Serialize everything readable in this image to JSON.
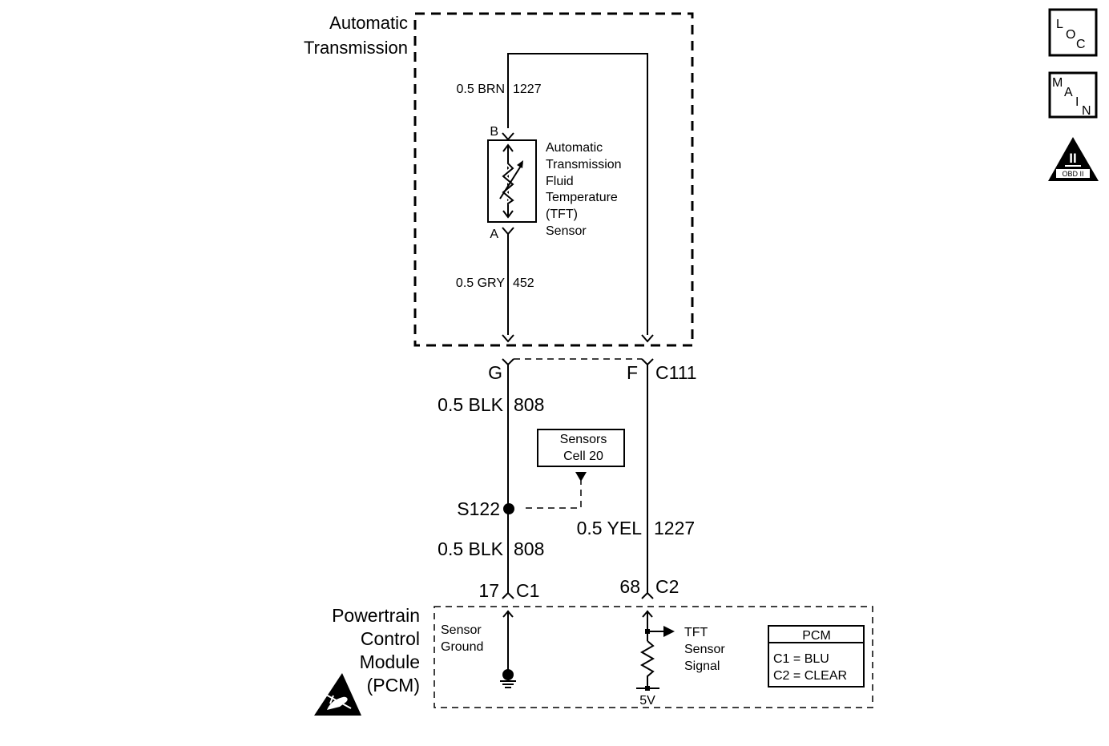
{
  "transmission": {
    "title_line1": "Automatic",
    "title_line2": "Transmission"
  },
  "sensor": {
    "wire_top_label": "0.5 BRN",
    "wire_top_circuit": "1227",
    "pin_b": "B",
    "pin_a": "A",
    "name_lines": [
      "Automatic",
      "Transmission",
      "Fluid",
      "Temperature",
      "(TFT)",
      "Sensor"
    ],
    "wire_bottom_label": "0.5 GRY",
    "wire_bottom_circuit": "452"
  },
  "connector_c111": {
    "pin_g": "G",
    "pin_f": "F",
    "name": "C111"
  },
  "ground_wire": {
    "upper_label": "0.5 BLK",
    "upper_circuit": "808",
    "splice": "S122",
    "lower_label": "0.5 BLK",
    "lower_circuit": "808",
    "pcm_pin": "17",
    "pcm_connector": "C1"
  },
  "signal_wire": {
    "label": "0.5 YEL",
    "circuit": "1227",
    "pcm_pin": "68",
    "pcm_connector": "C2"
  },
  "reference_box": {
    "line1": "Sensors",
    "line2": "Cell   20"
  },
  "pcm": {
    "title_lines": [
      "Powertrain",
      "Control",
      "Module",
      "(PCM)"
    ],
    "sensor_ground_lines": [
      "Sensor",
      "Ground"
    ],
    "tft_signal_lines": [
      "TFT",
      "Sensor",
      "Signal"
    ],
    "voltage": "5V",
    "legend_title": "PCM",
    "legend_c1": "C1 = BLU",
    "legend_c2": "C2 = CLEAR"
  },
  "side_icons": {
    "loc_letters": [
      "L",
      "O",
      "C"
    ],
    "main_letters": [
      "M",
      "A",
      "I",
      "N"
    ],
    "obd_numeral": "II",
    "obd_text": "OBD II"
  },
  "icons": [
    "loc-icon",
    "main-icon",
    "obd-ii-icon",
    "esd-warning-icon",
    "thermistor-icon",
    "ground-icon",
    "resistor-icon",
    "arrow-down-icon"
  ]
}
